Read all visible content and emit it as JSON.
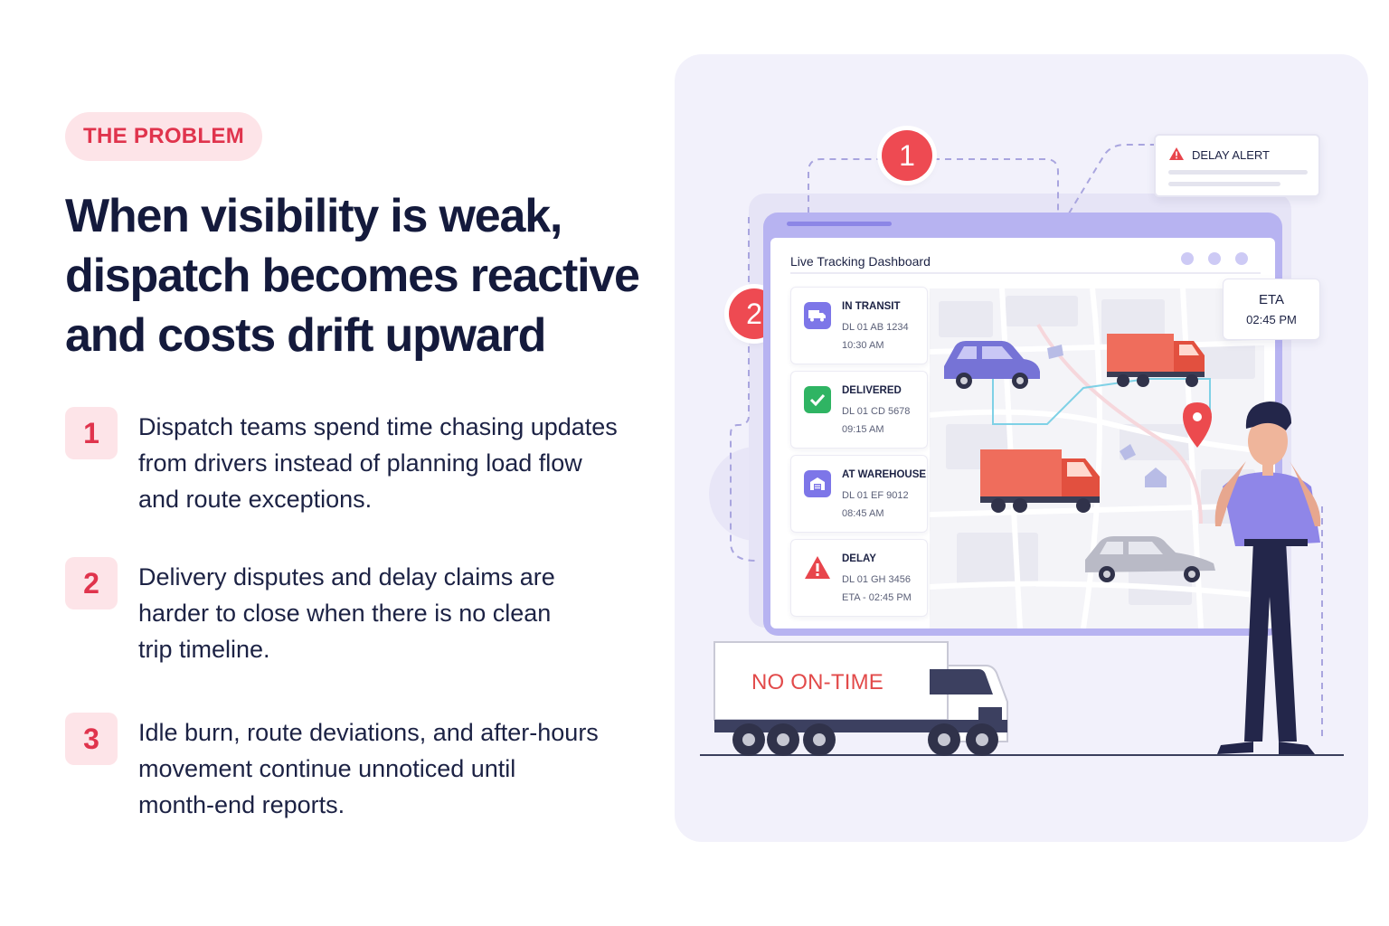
{
  "eyebrow": "THE PROBLEM",
  "headline": {
    "line1": "When visibility is weak,",
    "line2": "dispatch becomes reactive",
    "line3": "and costs drift upward"
  },
  "points": [
    {
      "num": "1",
      "lines": [
        "Dispatch teams spend time chasing updates",
        "from drivers instead of planning load flow",
        "and route exceptions."
      ]
    },
    {
      "num": "2",
      "lines": [
        "Delivery disputes and delay claims are",
        "harder to close when there is no clean",
        "trip timeline."
      ]
    },
    {
      "num": "3",
      "lines": [
        "Idle burn, route deviations, and after-hours",
        "movement continue unnoticed until",
        "month-end reports."
      ]
    }
  ],
  "illustration": {
    "badge1": "1",
    "badge2": "2",
    "alert_title": "DELAY ALERT",
    "dashboard_title": "Live Tracking Dashboard",
    "status_items": [
      {
        "label": "IN TRANSIT",
        "plate": "DL 01 AB 1234",
        "time": "10:30 AM",
        "icon": "truck-icon",
        "color": "#7d76e8"
      },
      {
        "label": "DELIVERED",
        "plate": "DL 01 CD 5678",
        "time": "09:15 AM",
        "icon": "check-icon",
        "color": "#2fb463"
      },
      {
        "label": "AT WAREHOUSE",
        "plate": "DL 01 EF 9012",
        "time": "08:45 AM",
        "icon": "warehouse-icon",
        "color": "#7d76e8"
      },
      {
        "label": "DELAY",
        "plate": "DL 01 GH 3456",
        "time": "ETA - 02:45 PM",
        "icon": "warning-icon",
        "color": "#e8454c"
      }
    ],
    "eta_label": "ETA",
    "eta_time": "02:45 PM",
    "truck_text": "NO ON-TIME"
  },
  "colors": {
    "accent": "#e0344d",
    "accent_bg": "#fde4e8",
    "text": "#141a3c",
    "panel": "#f2f1fb",
    "monitor": "#b7b3f1"
  }
}
